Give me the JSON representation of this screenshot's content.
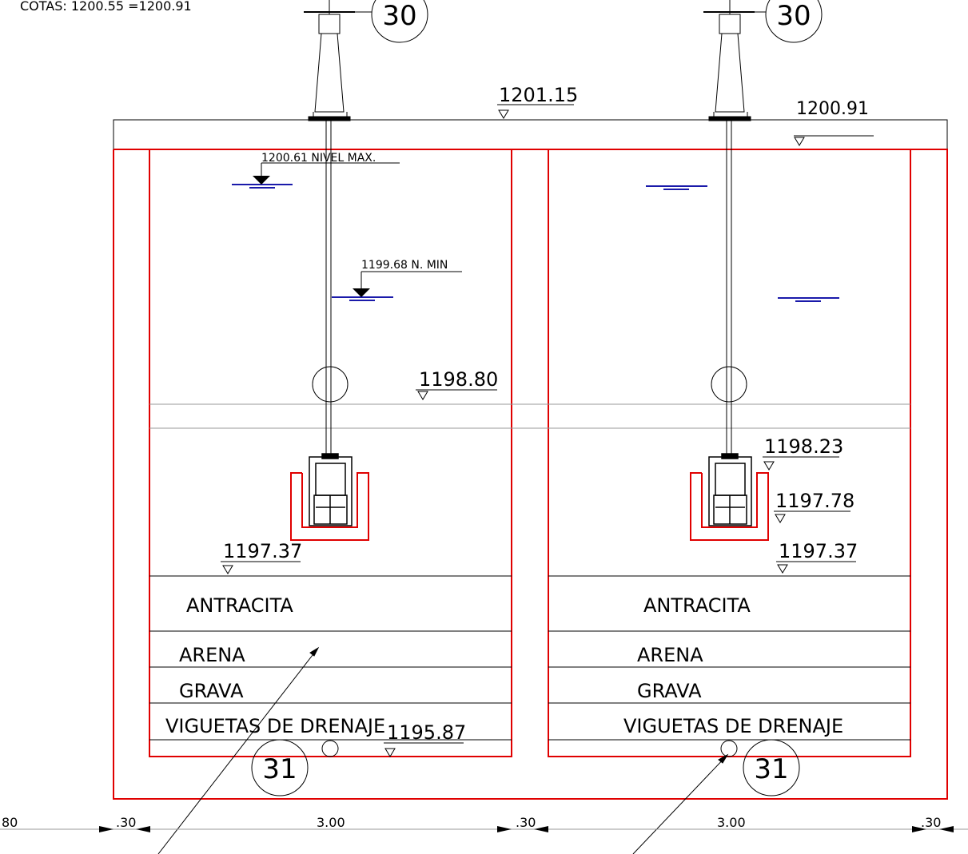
{
  "header_note": "COTAS:  1200.55  =1200.91",
  "elevations": {
    "top_slab": "1201.15",
    "top_right": "1200.91",
    "nivel_max": "1200.61 NIVEL MAX.",
    "nivel_min": "1199.68 N. MIN",
    "overflow": "1198.80",
    "valve_top": "1198.23",
    "valve_bottom": "1197.78",
    "media_top_left": "1197.37",
    "media_top_right": "1197.37",
    "bottom": "1195.87"
  },
  "layers": {
    "anthracite": "ANTRACITA",
    "sand": "ARENA",
    "gravel": "GRAVA",
    "underdrain": "VIGUETAS DE DRENAJE"
  },
  "callouts": {
    "valve_actuator": "30",
    "drain_pipe": "31"
  },
  "dimensions": {
    "left_partial": "80",
    "wall": ".30",
    "cell_width": "3.00"
  },
  "colors": {
    "structure": "#e00000",
    "water": "#1a1aaa",
    "lines": "#000000"
  }
}
